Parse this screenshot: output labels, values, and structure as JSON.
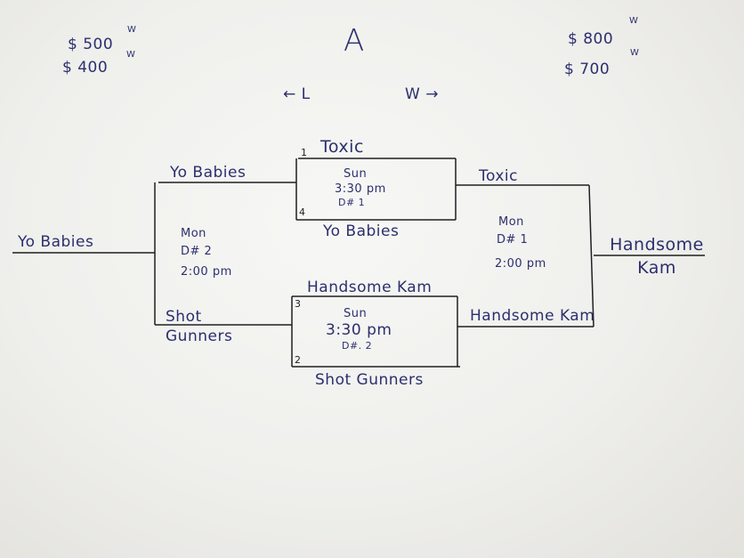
{
  "header": {
    "bracket_label": "A",
    "losers_arrow": "← L",
    "winners_arrow": "W →"
  },
  "prizes": {
    "left": [
      "$ 500",
      "$ 400"
    ],
    "right": [
      "$ 800",
      "$ 700"
    ],
    "superscript": "W"
  },
  "games": {
    "game1": {
      "day": "Sun",
      "time": "3:30 pm",
      "diamond": "D# 1",
      "top_seed": "1",
      "top_team": "Toxic",
      "bottom_seed": "4",
      "bottom_team": "Yo Babies"
    },
    "game2": {
      "day": "Sun",
      "time": "3:30 pm",
      "diamond": "D#. 2",
      "top_seed": "3",
      "top_team": "Handsome Kam",
      "bottom_seed": "2",
      "bottom_team": "Shot Gunners"
    },
    "winners_final": {
      "day": "Mon",
      "diamond": "D# 1",
      "time": "2:00 pm",
      "top_team": "Toxic",
      "bottom_team": "Handsome Kam",
      "champion": "Handsome Kam"
    },
    "losers_game": {
      "day": "Mon",
      "diamond": "D# 2",
      "time": "2:00 pm",
      "top_team": "Yo Babies",
      "bottom_team": "Shot Gunners",
      "winner": "Yo Babies"
    }
  }
}
